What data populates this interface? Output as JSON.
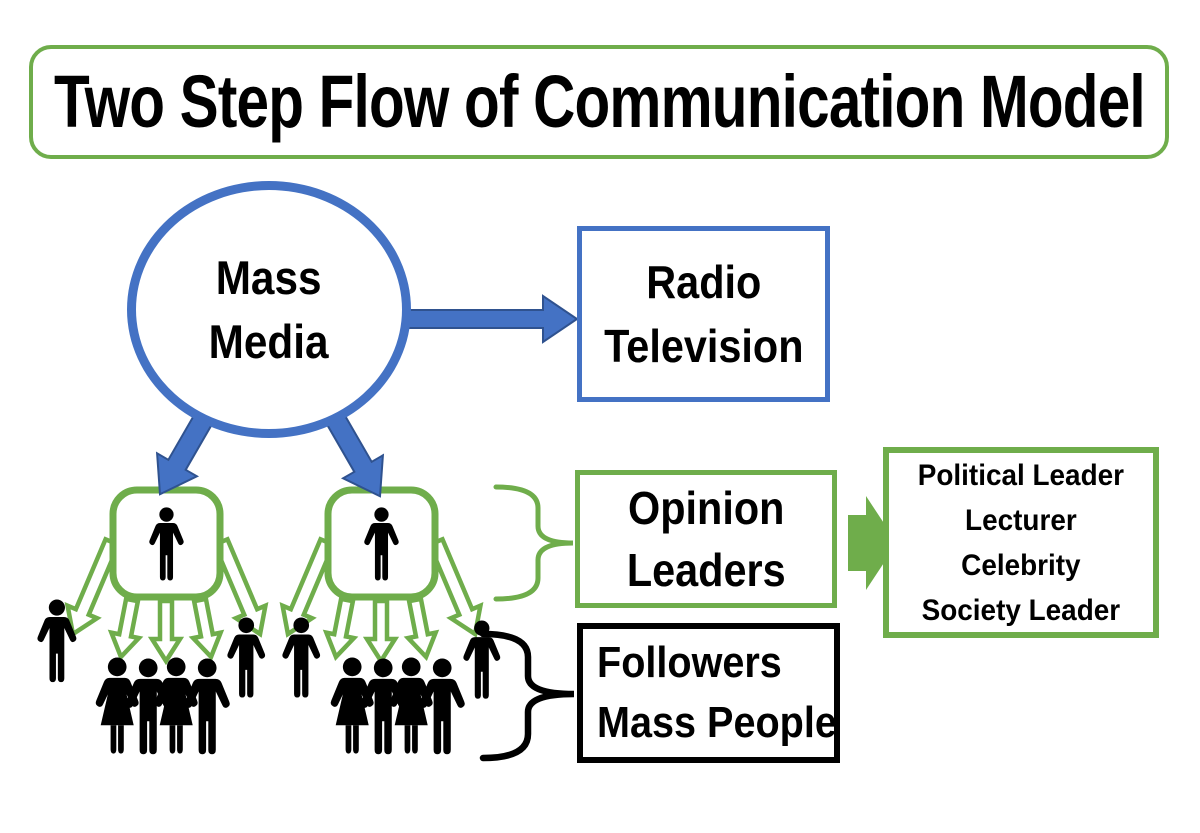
{
  "title": "Two Step Flow of Communication Model",
  "colors": {
    "accent_blue": "#4472C4",
    "accent_blue_dark": "#2F528F",
    "accent_green": "#6FAD4B",
    "text": "#000000",
    "background": "#FFFFFF"
  },
  "nodes": {
    "mass_media": {
      "lines": [
        "Mass",
        "Media"
      ]
    },
    "radio_tv": {
      "lines": [
        "Radio",
        "Television"
      ]
    },
    "opinion_leaders": {
      "lines": [
        "Opinion",
        "Leaders"
      ]
    },
    "examples": {
      "lines": [
        "Political Leader",
        "Lecturer",
        "Celebrity",
        "Society Leader"
      ]
    },
    "followers": {
      "lines": [
        "Followers",
        "Mass People"
      ]
    }
  },
  "icons": {
    "opinion_leader": "person-icon",
    "crowd": "people-group-icon",
    "single_follower": "person-icon",
    "media_flow": "arrow-icon",
    "leader_grouping": "curly-brace-icon",
    "follower_grouping": "curly-brace-icon"
  }
}
